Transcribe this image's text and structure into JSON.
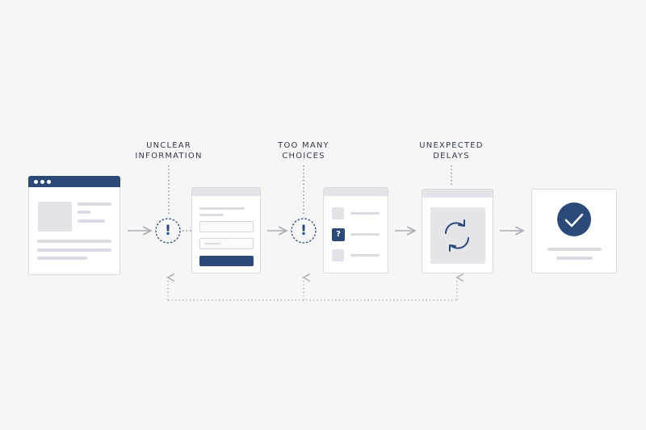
{
  "labels": {
    "unclear": [
      "UNCLEAR",
      "INFORMATION"
    ],
    "choices": [
      "TOO MANY",
      "CHOICES"
    ],
    "delays": [
      "UNEXPECTED",
      "DELAYS"
    ]
  },
  "question_mark": "?",
  "exclamation": "!",
  "icons": {
    "warning_1": "exclamation-icon",
    "warning_2": "exclamation-icon",
    "refresh": "refresh-icon",
    "success": "checkmark-icon"
  },
  "colors": {
    "accent": "#2c4a78",
    "frame": "#d7dae0",
    "placeholder": "#e1e3e8",
    "connector": "#a9aeb8"
  }
}
